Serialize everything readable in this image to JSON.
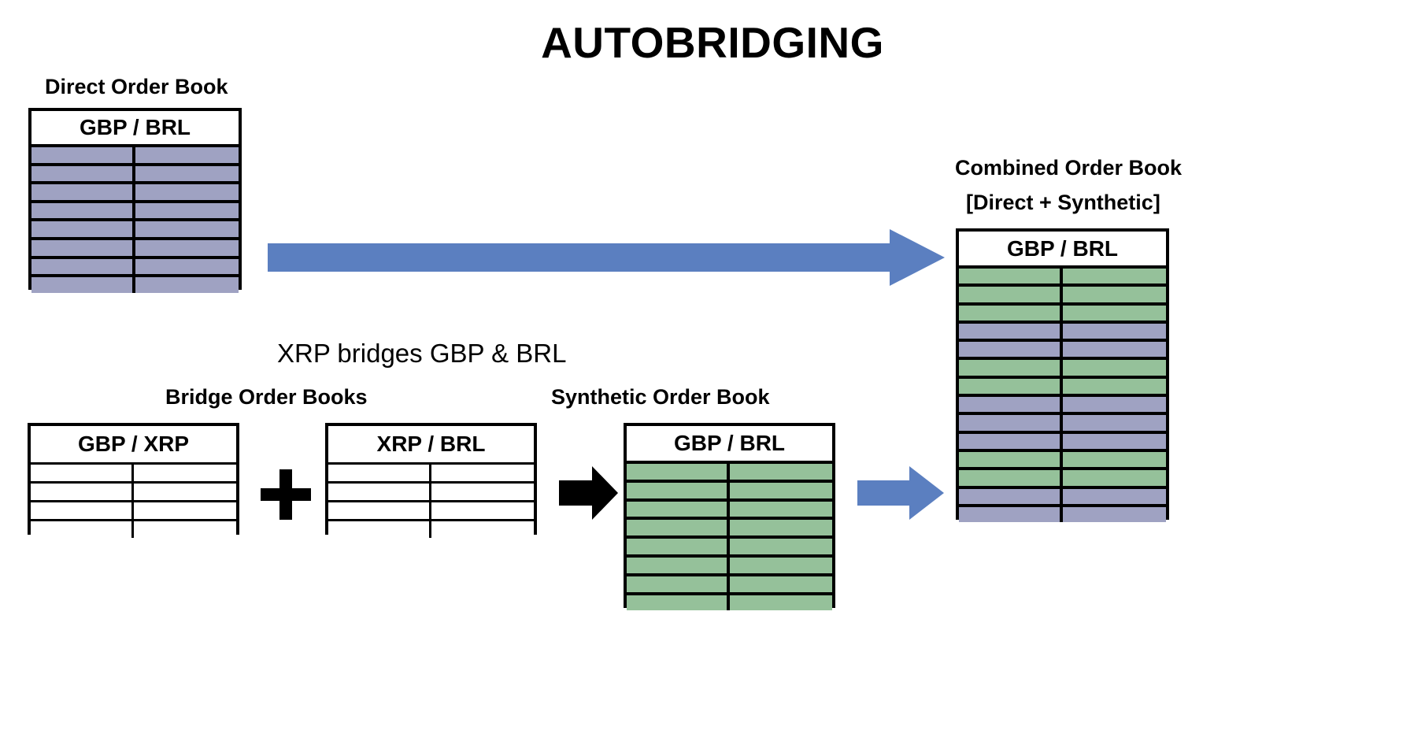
{
  "title": "AUTOBRIDGING",
  "labels": {
    "direct_order_book": "Direct Order Book",
    "xrp_bridges": "XRP bridges GBP & BRL",
    "bridge_order_books": "Bridge Order Books",
    "synthetic_order_book": "Synthetic Order Book",
    "combined_order_book_line1": "Combined Order Book",
    "combined_order_book_line2": "[Direct + Synthetic]"
  },
  "colors": {
    "direct_fill": "#9fa2c2",
    "synthetic_fill": "#95c19a",
    "arrow_blue": "#5b7fc0",
    "arrow_black": "#000000",
    "border": "#000000",
    "background": "#ffffff"
  },
  "books": {
    "direct": {
      "header": "GBP / BRL",
      "row_count": 8,
      "row_fills": [
        "#9fa2c2",
        "#9fa2c2",
        "#9fa2c2",
        "#9fa2c2",
        "#9fa2c2",
        "#9fa2c2",
        "#9fa2c2",
        "#9fa2c2"
      ]
    },
    "bridge_gbp_xrp": {
      "header": "GBP / XRP",
      "row_count": 4,
      "row_fills": [
        "#ffffff",
        "#ffffff",
        "#ffffff",
        "#ffffff"
      ]
    },
    "bridge_xrp_brl": {
      "header": "XRP / BRL",
      "row_count": 4,
      "row_fills": [
        "#ffffff",
        "#ffffff",
        "#ffffff",
        "#ffffff"
      ]
    },
    "synthetic": {
      "header": "GBP / BRL",
      "row_count": 8,
      "row_fills": [
        "#95c19a",
        "#95c19a",
        "#95c19a",
        "#95c19a",
        "#95c19a",
        "#95c19a",
        "#95c19a",
        "#95c19a"
      ]
    },
    "combined": {
      "header": "GBP / BRL",
      "row_count": 14,
      "row_fills": [
        "#95c19a",
        "#95c19a",
        "#95c19a",
        "#9fa2c2",
        "#9fa2c2",
        "#95c19a",
        "#95c19a",
        "#9fa2c2",
        "#9fa2c2",
        "#9fa2c2",
        "#95c19a",
        "#95c19a",
        "#9fa2c2",
        "#9fa2c2"
      ],
      "row_sources": [
        "synthetic",
        "synthetic",
        "synthetic",
        "direct",
        "direct",
        "synthetic",
        "synthetic",
        "direct",
        "direct",
        "direct",
        "synthetic",
        "synthetic",
        "direct",
        "direct"
      ]
    }
  },
  "connectors": {
    "direct_to_combined": "right-arrow-long-blue",
    "bridge_plus": "plus-sign-black",
    "bridge_to_synthetic": "right-arrow-black",
    "synthetic_to_combined": "right-arrow-blue"
  }
}
